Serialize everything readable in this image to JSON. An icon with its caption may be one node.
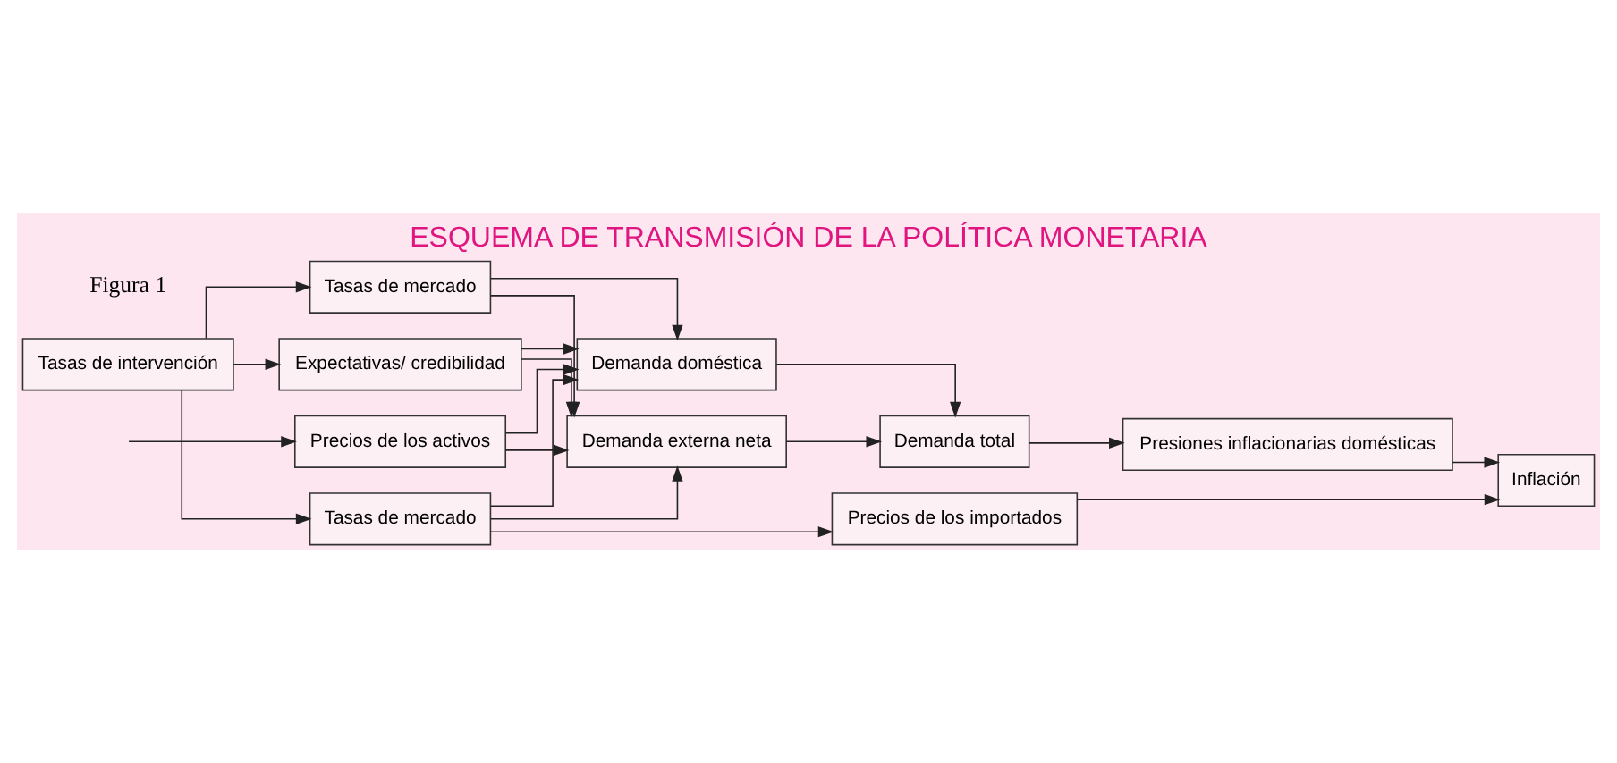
{
  "diagram": {
    "title": "ESQUEMA DE TRANSMISIÓN DE LA POLÍTICA MONETARIA",
    "nodes": [
      {
        "text": [
          "Tasas de intervención"
        ]
      },
      {
        "text": [
          "Tasas de mercado"
        ]
      },
      {
        "text": [
          "Expectativas/ credibilidad"
        ]
      },
      {
        "text": [
          "Precios de los activos"
        ]
      },
      {
        "text": [
          "Tasas de mercado"
        ]
      },
      {
        "text": [
          "Demanda doméstica"
        ]
      },
      {
        "text": [
          "Demanda externa neta"
        ]
      },
      {
        "text": [
          "Demanda total"
        ]
      },
      {
        "text": [
          "Presiones inflacionarias domésticas"
        ]
      },
      {
        "text": [
          "Precios de los importados"
        ]
      },
      {
        "text": [
          "Inflación"
        ]
      }
    ],
    "edges": [
      {
        "from": 0,
        "to": 1,
        "arrow": "to"
      },
      {
        "from": 0,
        "to": 2,
        "arrow": "to"
      },
      {
        "from": 0,
        "to": 4,
        "arrow": "to"
      },
      {
        "from": null,
        "to": 3,
        "arrow": "to"
      },
      {
        "from": 1,
        "to": 5,
        "arrow": "to"
      },
      {
        "from": 2,
        "to": 5,
        "arrow": "to"
      },
      {
        "from": 3,
        "to": 5,
        "arrow": "to"
      },
      {
        "from": 4,
        "to": 5,
        "arrow": "to"
      },
      {
        "from": 1,
        "to": 6,
        "arrow": "to"
      },
      {
        "from": 2,
        "to": 6,
        "arrow": "to"
      },
      {
        "from": 3,
        "to": 6,
        "arrow": "to"
      },
      {
        "from": 4,
        "to": 6,
        "arrow": "to"
      },
      {
        "from": 5,
        "to": 7,
        "arrow": "to"
      },
      {
        "from": 6,
        "to": 7,
        "arrow": "to"
      },
      {
        "from": 7,
        "to": 8,
        "arrow": "to"
      },
      {
        "from": 8,
        "to": 10,
        "arrow": "to"
      },
      {
        "from": 4,
        "to": 9,
        "arrow": "to"
      },
      {
        "from": 9,
        "to": 10,
        "arrow": "to"
      }
    ],
    "labels": [
      "Figura 1"
    ]
  }
}
